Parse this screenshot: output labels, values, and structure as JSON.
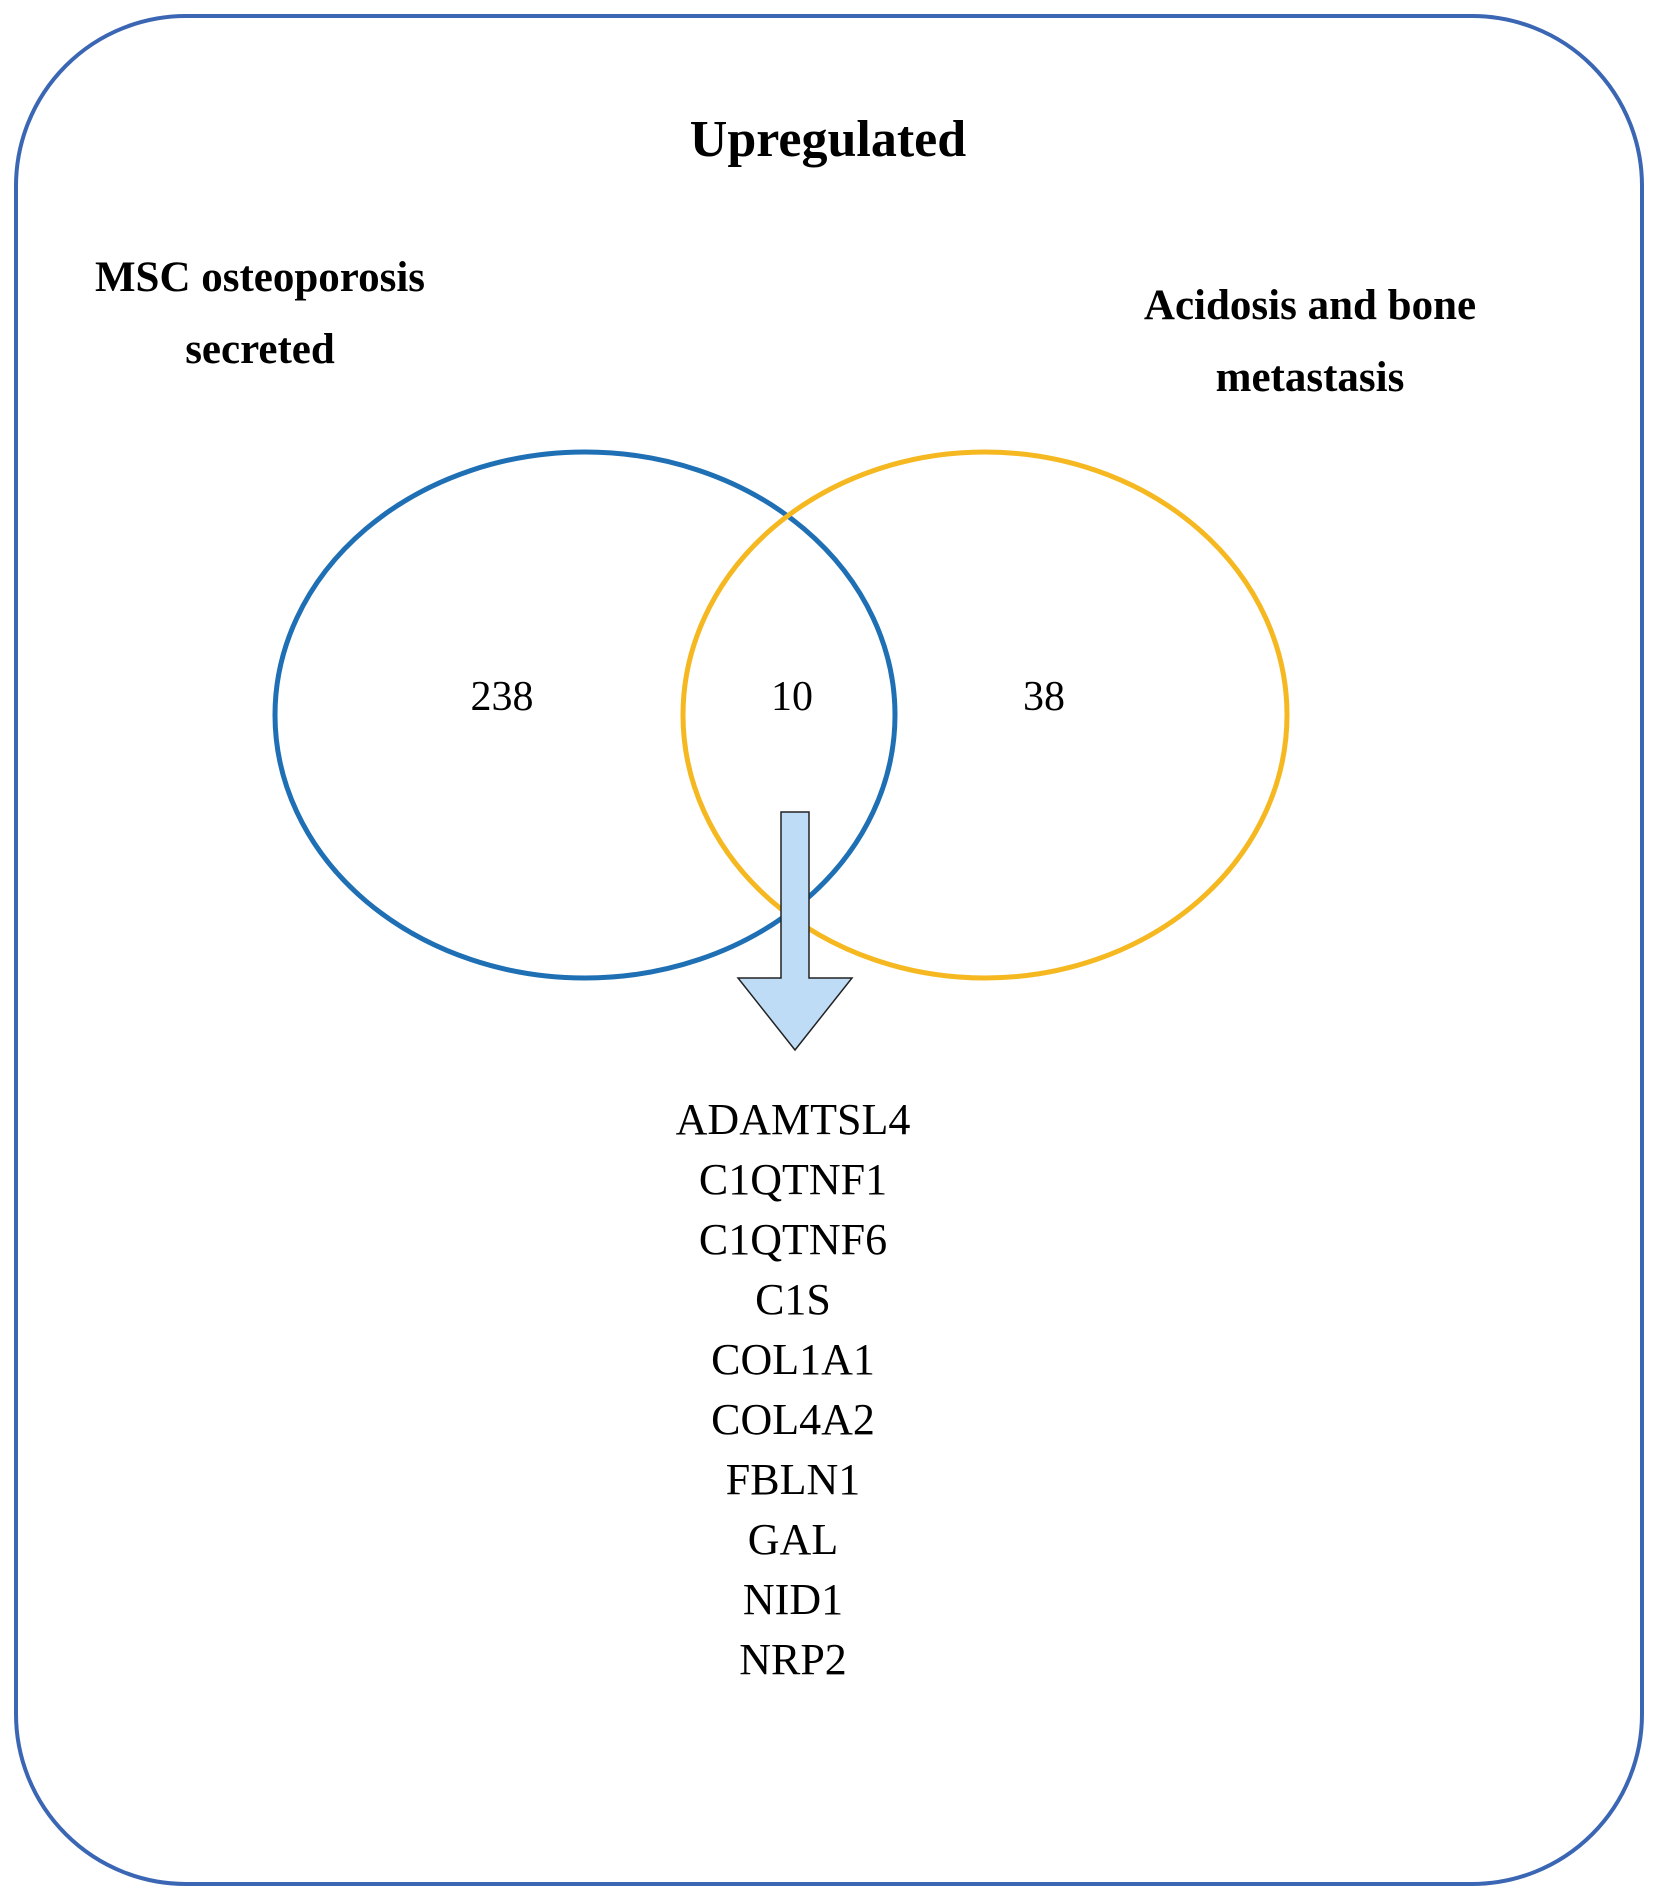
{
  "title": "Upregulated",
  "sets": {
    "left": {
      "label_line1": "MSC osteoporosis",
      "label_line2": "secreted",
      "color": "#1f6fb5"
    },
    "right": {
      "label_line1": "Acidosis and bone",
      "label_line2": "metastasis",
      "color": "#f5b820"
    }
  },
  "counts": {
    "left_only": "238",
    "overlap": "10",
    "right_only": "38"
  },
  "arrow_color": "#bfdcf7",
  "frame_color": "#3b66b4",
  "overlap_genes": [
    "ADAMTSL4",
    "C1QTNF1",
    "C1QTNF6",
    "C1S",
    "COL1A1",
    "COL4A2",
    "FBLN1",
    "GAL",
    "NID1",
    "NRP2"
  ]
}
